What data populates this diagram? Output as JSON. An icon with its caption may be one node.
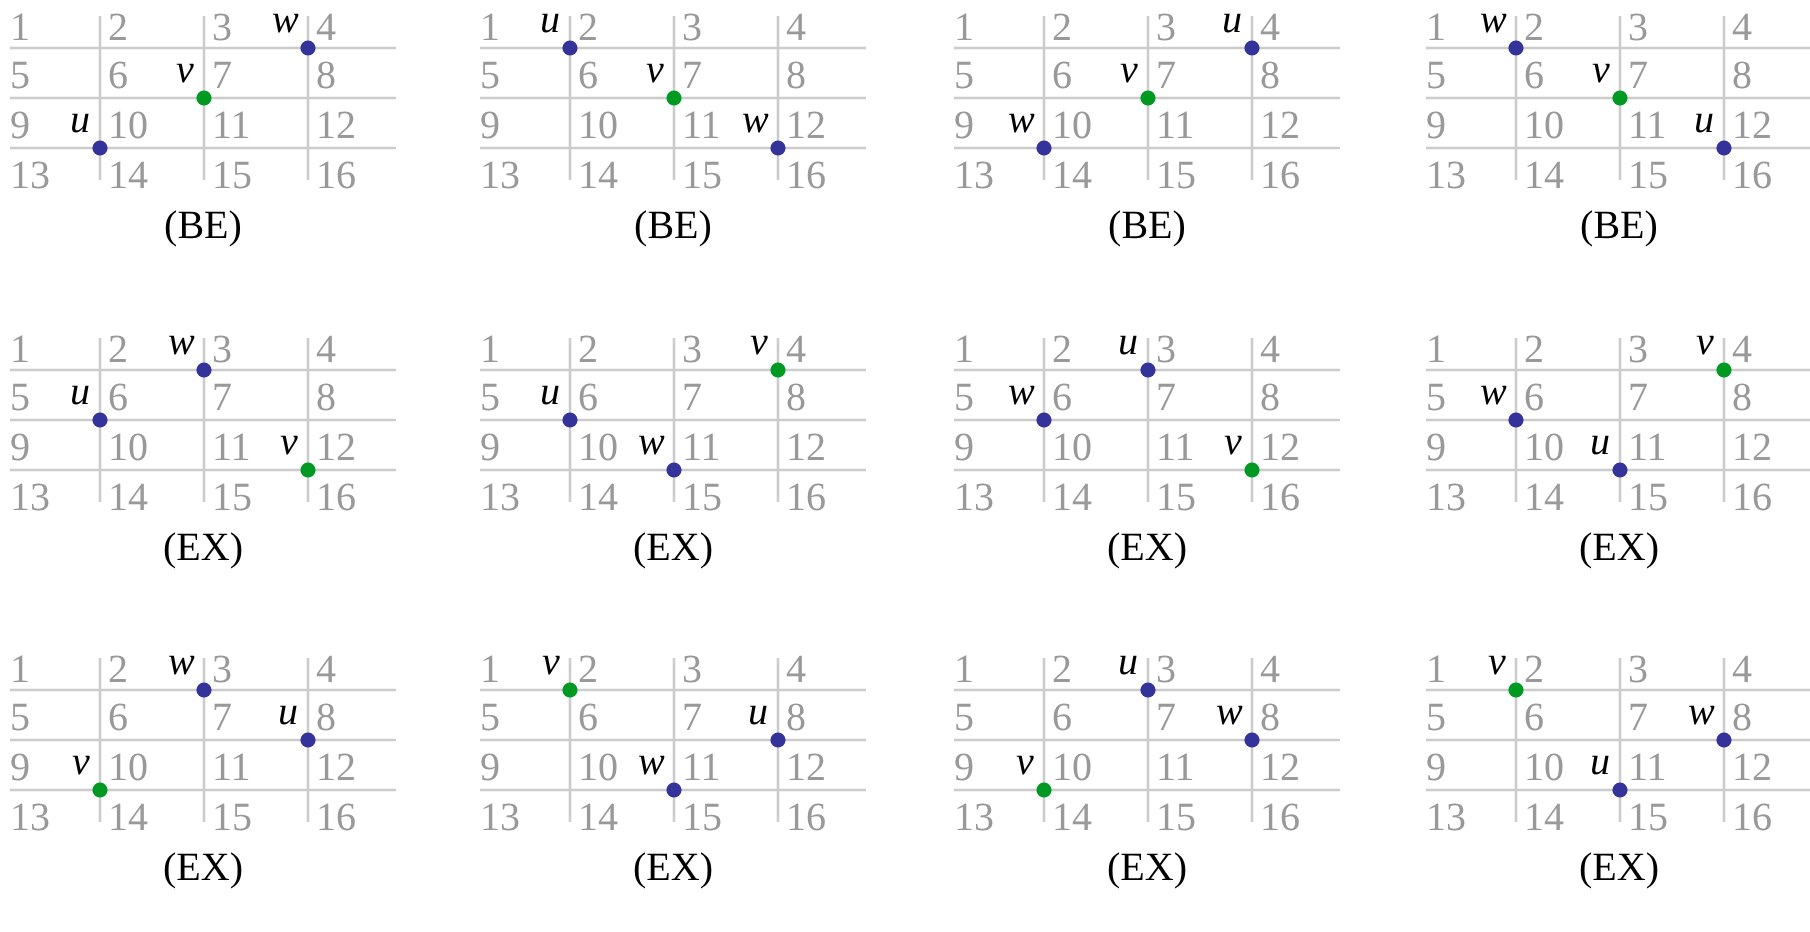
{
  "diagram": {
    "labels": [
      "1",
      "2",
      "3",
      "4",
      "5",
      "6",
      "7",
      "8",
      "9",
      "10",
      "11",
      "12",
      "13",
      "14",
      "15",
      "16",
      "w",
      "v",
      "u",
      "(BE)",
      "1",
      "2",
      "3",
      "4",
      "5",
      "6",
      "7",
      "8",
      "9",
      "10",
      "11",
      "12",
      "13",
      "14",
      "15",
      "16",
      "u",
      "v",
      "w",
      "(BE)",
      "1",
      "2",
      "3",
      "4",
      "5",
      "6",
      "7",
      "8",
      "9",
      "10",
      "11",
      "12",
      "13",
      "14",
      "15",
      "16",
      "u",
      "v",
      "w",
      "(BE)",
      "1",
      "2",
      "3",
      "4",
      "5",
      "6",
      "7",
      "8",
      "9",
      "10",
      "11",
      "12",
      "13",
      "14",
      "15",
      "16",
      "w",
      "v",
      "u",
      "(BE)",
      "1",
      "2",
      "3",
      "4",
      "5",
      "6",
      "7",
      "8",
      "9",
      "10",
      "11",
      "12",
      "13",
      "14",
      "15",
      "16",
      "w",
      "u",
      "v",
      "(EX)",
      "1",
      "2",
      "3",
      "4",
      "5",
      "6",
      "7",
      "8",
      "9",
      "10",
      "11",
      "12",
      "13",
      "14",
      "15",
      "16",
      "v",
      "u",
      "w",
      "(EX)",
      "1",
      "2",
      "3",
      "4",
      "5",
      "6",
      "7",
      "8",
      "9",
      "10",
      "11",
      "12",
      "13",
      "14",
      "15",
      "16",
      "u",
      "w",
      "v",
      "(EX)",
      "1",
      "2",
      "3",
      "4",
      "5",
      "6",
      "7",
      "8",
      "9",
      "10",
      "11",
      "12",
      "13",
      "14",
      "15",
      "16",
      "v",
      "w",
      "u",
      "(EX)",
      "1",
      "2",
      "3",
      "4",
      "5",
      "6",
      "7",
      "8",
      "9",
      "10",
      "11",
      "12",
      "13",
      "14",
      "15",
      "16",
      "w",
      "u",
      "v",
      "(EX)",
      "1",
      "2",
      "3",
      "4",
      "5",
      "6",
      "7",
      "8",
      "9",
      "10",
      "11",
      "12",
      "13",
      "14",
      "15",
      "16",
      "v",
      "u",
      "w",
      "(EX)",
      "1",
      "2",
      "3",
      "4",
      "5",
      "6",
      "7",
      "8",
      "9",
      "10",
      "11",
      "12",
      "13",
      "14",
      "15",
      "16",
      "u",
      "w",
      "v",
      "(EX)",
      "1",
      "2",
      "3",
      "4",
      "5",
      "6",
      "7",
      "8",
      "9",
      "10",
      "11",
      "12",
      "13",
      "14",
      "15",
      "16",
      "v",
      "w",
      "u",
      "(EX)"
    ]
  }
}
